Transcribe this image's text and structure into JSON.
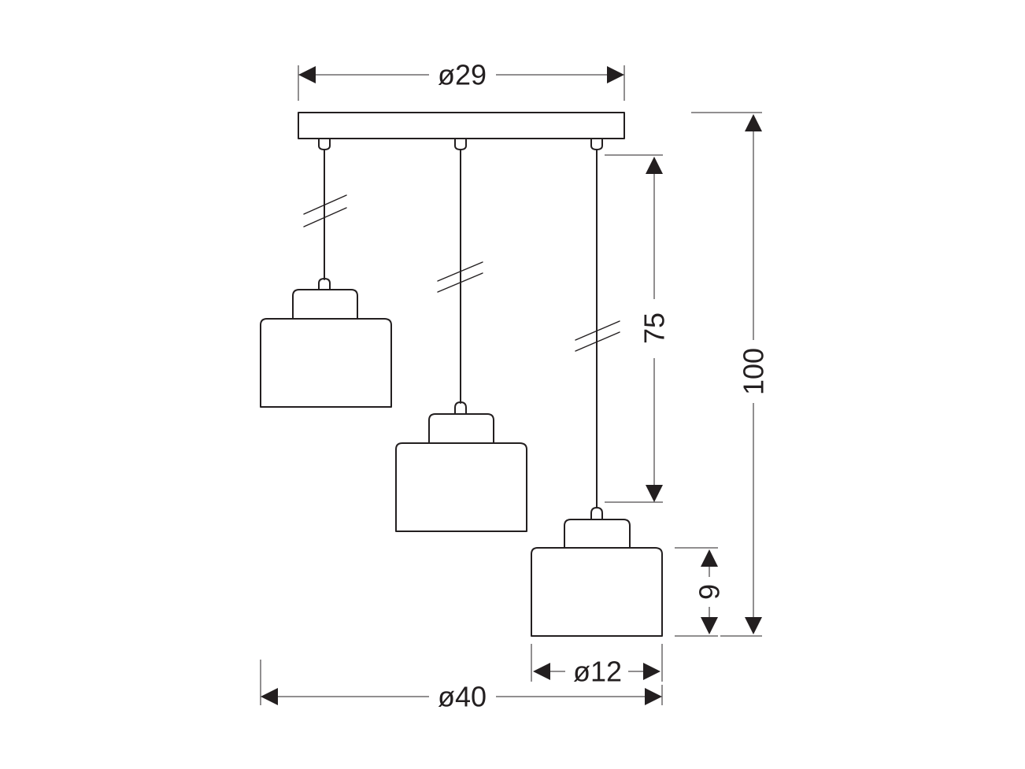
{
  "dimensions": {
    "canopy_width": "ø29",
    "overall_width": "ø40",
    "shade_diameter": "ø12",
    "drop_length": "75",
    "overall_height": "100",
    "shade_height": "9"
  }
}
